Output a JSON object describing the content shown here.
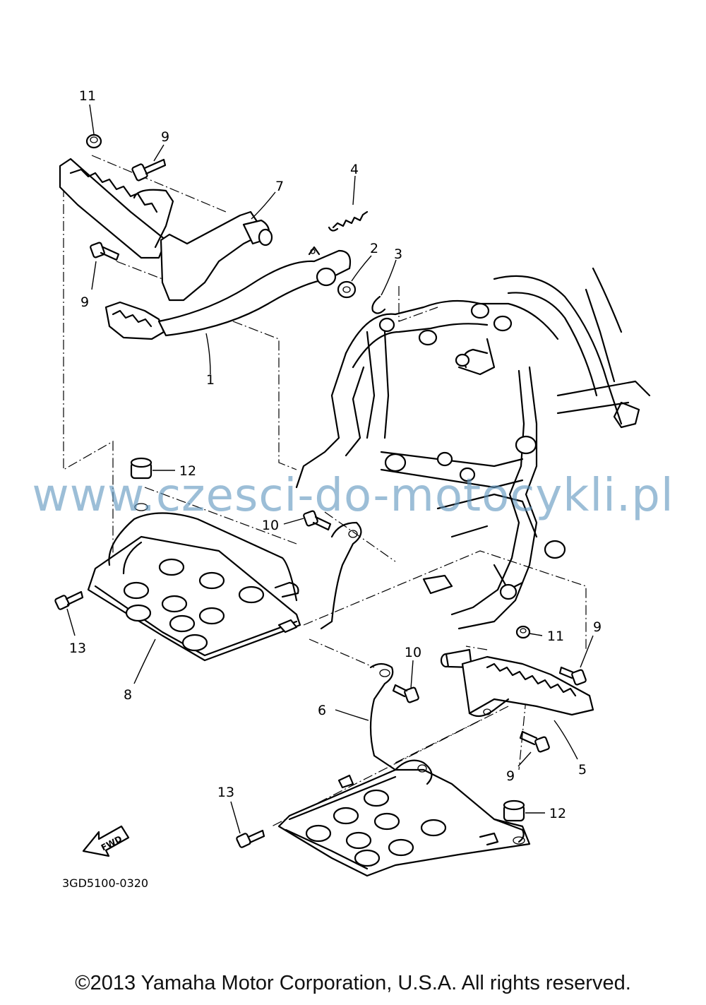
{
  "callouts": {
    "c1": "1",
    "c2": "2",
    "c3": "3",
    "c4": "4",
    "c5": "5",
    "c6": "6",
    "c7": "7",
    "c8": "8",
    "c9a": "9",
    "c9b": "9",
    "c9c": "9",
    "c9d": "9",
    "c10a": "10",
    "c10b": "10",
    "c11a": "11",
    "c11b": "11",
    "c12a": "12",
    "c12b": "12",
    "c13a": "13",
    "c13b": "13"
  },
  "fwd_label": "FWD",
  "diagram_code": "3GD5100-0320",
  "watermark": "www.czesci-do-motocykli.pl",
  "copyright": "©2013 Yamaha Motor Corporation, U.S.A. All rights reserved."
}
